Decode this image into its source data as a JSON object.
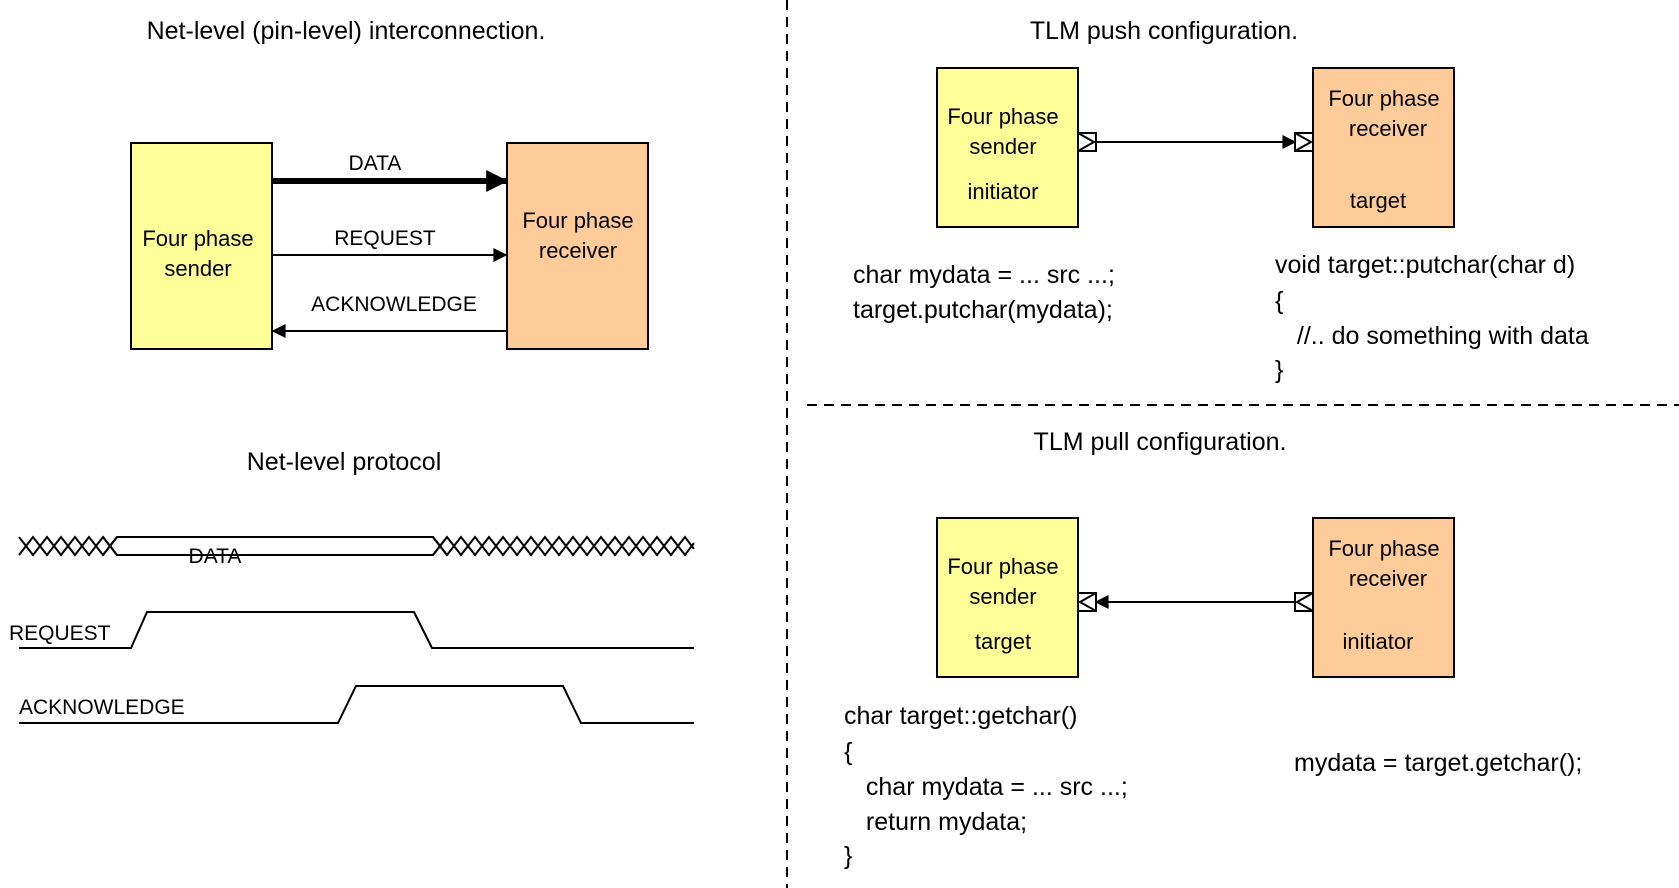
{
  "titles": {
    "net_level": "Net-level (pin-level) interconnection.",
    "protocol": "Net-level protocol",
    "push": "TLM push configuration.",
    "pull": "TLM pull configuration."
  },
  "net_diagram": {
    "sender_lines": [
      "Four phase",
      "sender"
    ],
    "receiver_lines": [
      "Four phase",
      "receiver"
    ],
    "data": "DATA",
    "request": "REQUEST",
    "acknowledge": "ACKNOWLEDGE"
  },
  "protocol_diagram": {
    "data": "DATA",
    "request": "REQUEST",
    "acknowledge": "ACKNOWLEDGE"
  },
  "push": {
    "sender_lines": [
      "Four phase",
      "sender"
    ],
    "sender_role": "initiator",
    "receiver_lines": [
      "Four phase",
      "receiver"
    ],
    "receiver_role": "target",
    "sender_code": [
      "char mydata = ... src ...;",
      "target.putchar(mydata);"
    ],
    "receiver_code": [
      "void target::putchar(char d)",
      "{",
      "  //.. do something with data",
      "}"
    ]
  },
  "pull": {
    "sender_lines": [
      "Four phase",
      "sender"
    ],
    "sender_role": "target",
    "receiver_lines": [
      "Four phase",
      "receiver"
    ],
    "receiver_role": "initiator",
    "sender_code": [
      "char target::getchar()",
      "{",
      "  char mydata = ... src ...;",
      "  return mydata;",
      "}"
    ],
    "receiver_code": [
      "mydata = target.getchar();"
    ]
  },
  "colors": {
    "sender_fill": "#ffff99",
    "receiver_fill": "#ffcc99",
    "stroke": "#000000"
  }
}
